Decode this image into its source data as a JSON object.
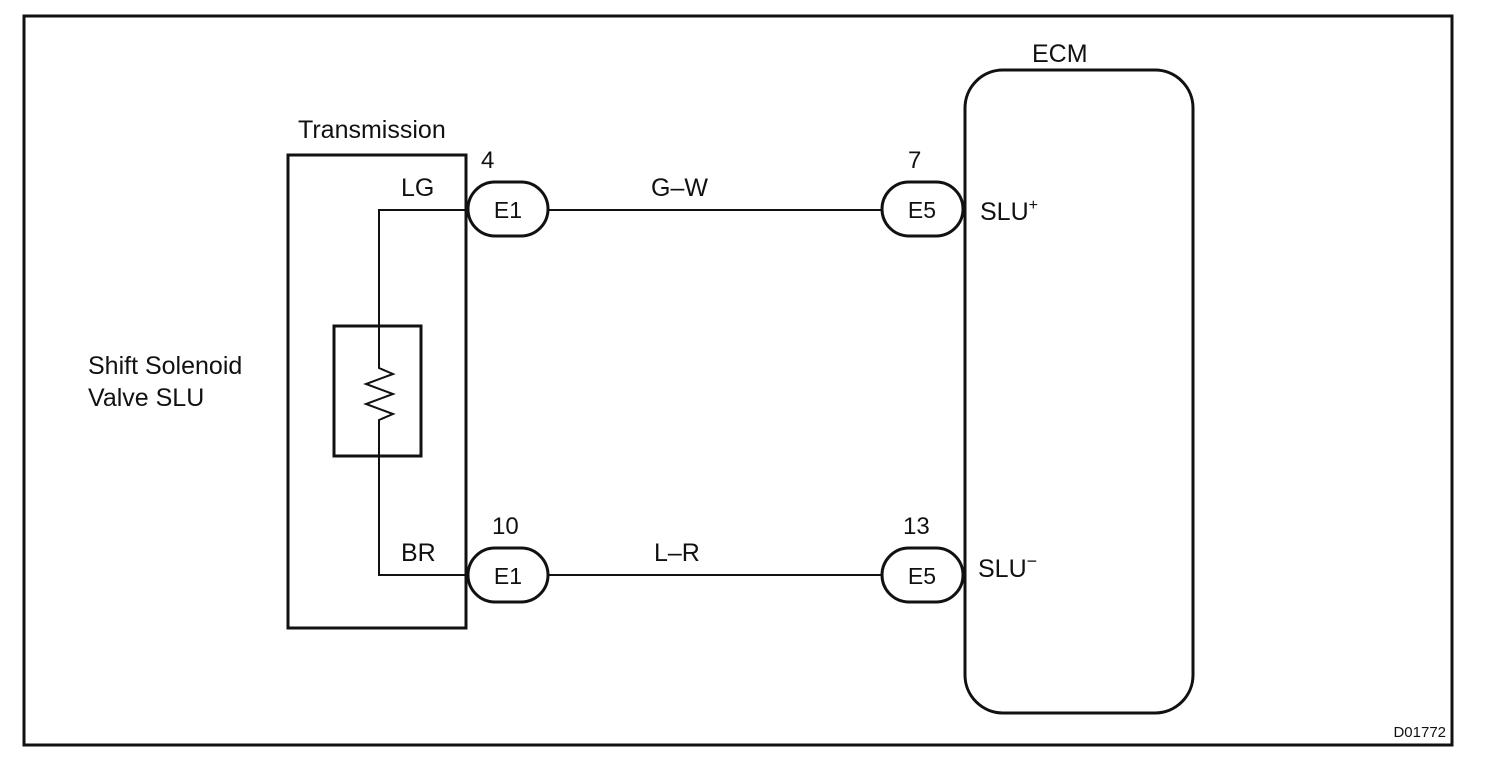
{
  "diagram": {
    "components": {
      "transmission_label": "Transmission",
      "solenoid_label_line1": "Shift Solenoid",
      "solenoid_label_line2": "Valve SLU",
      "ecm_label": "ECM"
    },
    "transmission_terminals": {
      "top": "LG",
      "bottom": "BR"
    },
    "connectors": {
      "left_top": {
        "pin": "4",
        "name": "E1"
      },
      "left_bottom": {
        "pin": "10",
        "name": "E1"
      },
      "right_top": {
        "pin": "7",
        "name": "E5"
      },
      "right_bottom": {
        "pin": "13",
        "name": "E5"
      }
    },
    "wires": {
      "top": "G–W",
      "bottom": "L–R"
    },
    "ecm_terminals": {
      "top": "SLU",
      "top_sign": "+",
      "bottom": "SLU",
      "bottom_sign": "−"
    },
    "figure_code": "D01772"
  }
}
